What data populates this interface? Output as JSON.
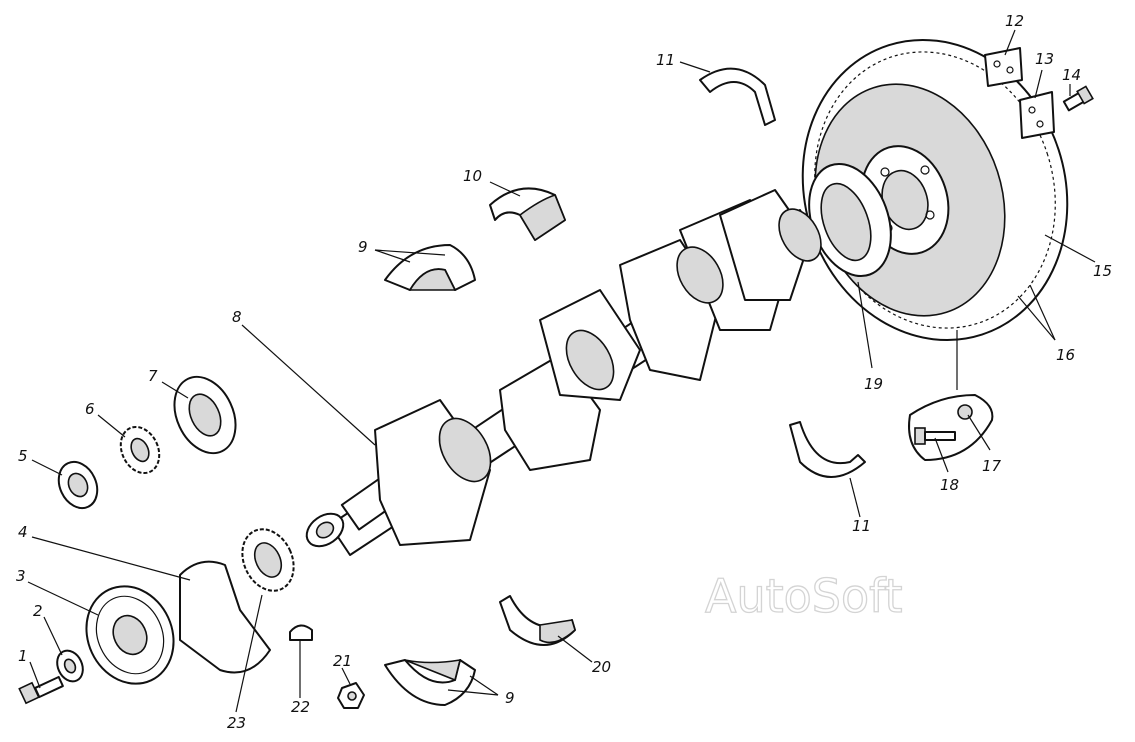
{
  "callouts": [
    "1",
    "2",
    "3",
    "4",
    "5",
    "6",
    "7",
    "8",
    "9",
    "10",
    "11",
    "12",
    "13",
    "14",
    "15",
    "16",
    "17",
    "18",
    "19",
    "20",
    "21",
    "22",
    "23"
  ],
  "watermark": "AutoSoft",
  "colors": {
    "ink": "#111111",
    "paper": "#ffffff",
    "watermark": "#d4d4d4"
  }
}
